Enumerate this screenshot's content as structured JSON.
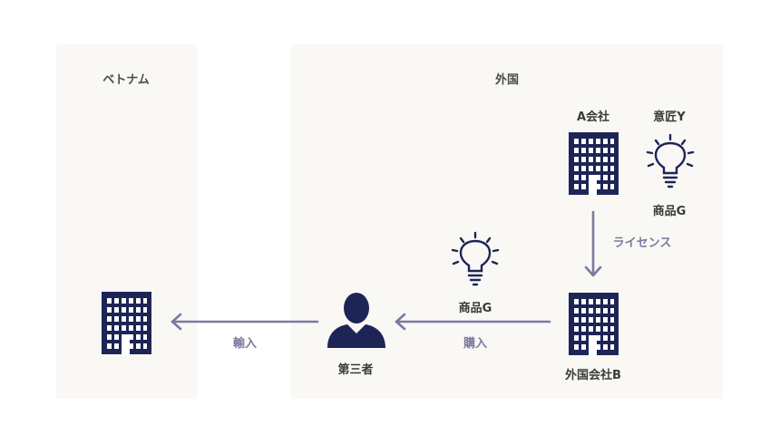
{
  "regions": {
    "vietnam": "ベトナム",
    "foreign": "外国"
  },
  "nodes": {
    "company_a": "A会社",
    "design_y": "意匠Y",
    "product_g_top": "商品G",
    "product_g_mid": "商品G",
    "foreign_company_b": "外国会社B",
    "third_party": "第三者"
  },
  "edges": {
    "license": "ライセンス",
    "purchase": "購入",
    "import": "輸入"
  },
  "colors": {
    "navy": "#1d2556",
    "arrow": "#7a7aa0",
    "panel": "#f9f8f5",
    "text": "#3a3a3a"
  },
  "icons": [
    "building-icon",
    "lightbulb-icon",
    "person-icon"
  ]
}
